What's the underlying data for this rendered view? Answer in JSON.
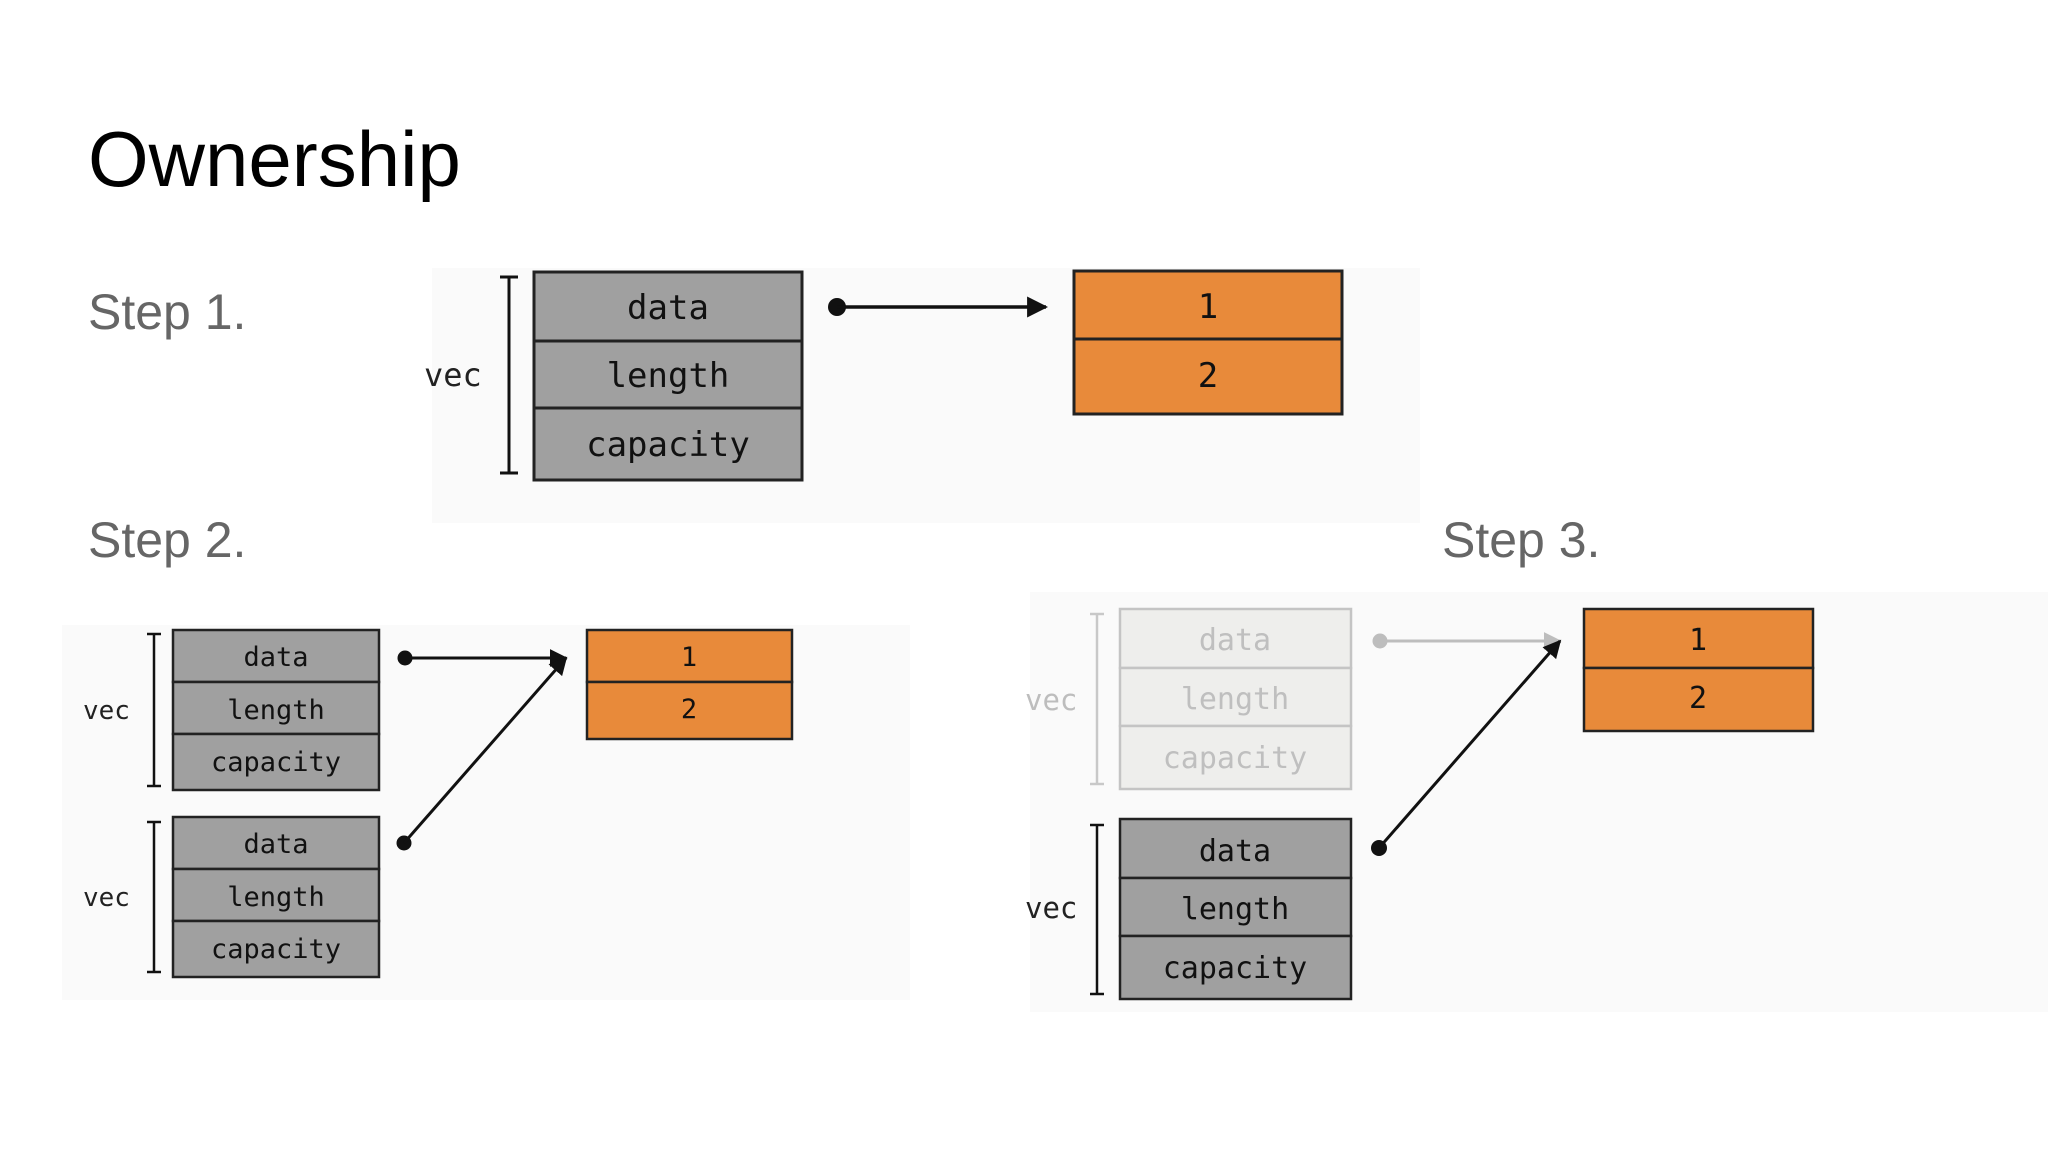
{
  "slide": {
    "title": "Ownership",
    "steps": [
      "Step 1.",
      "Step 2.",
      "Step 3."
    ]
  },
  "stack_labels": {
    "var": "vec",
    "fields": [
      "data",
      "length",
      "capacity"
    ]
  },
  "heap_values": [
    "1",
    "2"
  ],
  "colors": {
    "stack_box": "#a0a0a0",
    "heap_box": "#e88a3a",
    "faded_box": "#eeeeec",
    "step_text": "#666666"
  }
}
